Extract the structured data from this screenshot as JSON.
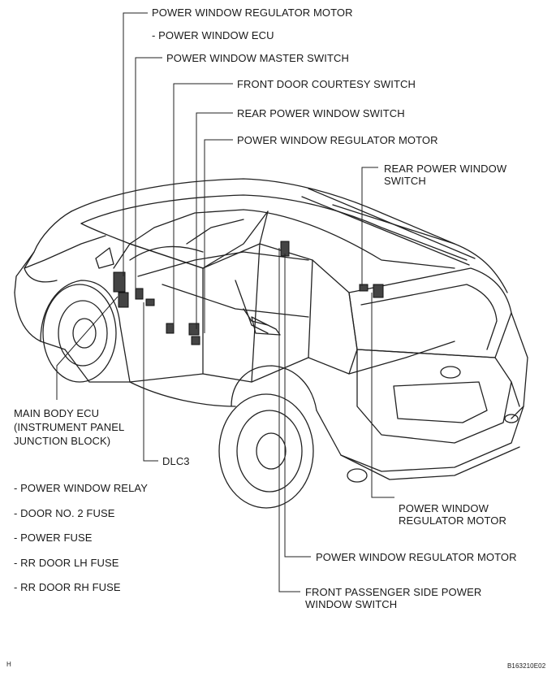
{
  "labels": {
    "top_regulator_motor": "POWER WINDOW REGULATOR MOTOR",
    "power_window_ecu": "- POWER WINDOW ECU",
    "master_switch": "POWER WINDOW MASTER SWITCH",
    "courtesy_switch": "FRONT DOOR COURTESY SWITCH",
    "rear_switch_left": "REAR POWER WINDOW SWITCH",
    "regulator_motor_left_rear": "POWER WINDOW REGULATOR MOTOR",
    "rear_switch_right_line1": "REAR POWER WINDOW",
    "rear_switch_right_line2": "SWITCH",
    "main_body_ecu_line1": "MAIN BODY ECU",
    "main_body_ecu_line2": "(INSTRUMENT PANEL",
    "main_body_ecu_line3": "JUNCTION BLOCK)",
    "dlc3": "DLC3",
    "relay": "- POWER WINDOW RELAY",
    "door_fuse": "- DOOR NO. 2 FUSE",
    "power_fuse": "- POWER FUSE",
    "rr_lh_fuse": "- RR DOOR LH FUSE",
    "rr_rh_fuse": "- RR DOOR RH FUSE",
    "regulator_motor_right_rear_line1": "POWER WINDOW",
    "regulator_motor_right_rear_line2": "REGULATOR MOTOR",
    "regulator_motor_front_passenger": "POWER WINDOW REGULATOR MOTOR",
    "passenger_switch_line1": "FRONT PASSENGER SIDE POWER",
    "passenger_switch_line2": "WINDOW SWITCH",
    "corner_letter": "H",
    "figure_code": "B163210E02"
  }
}
